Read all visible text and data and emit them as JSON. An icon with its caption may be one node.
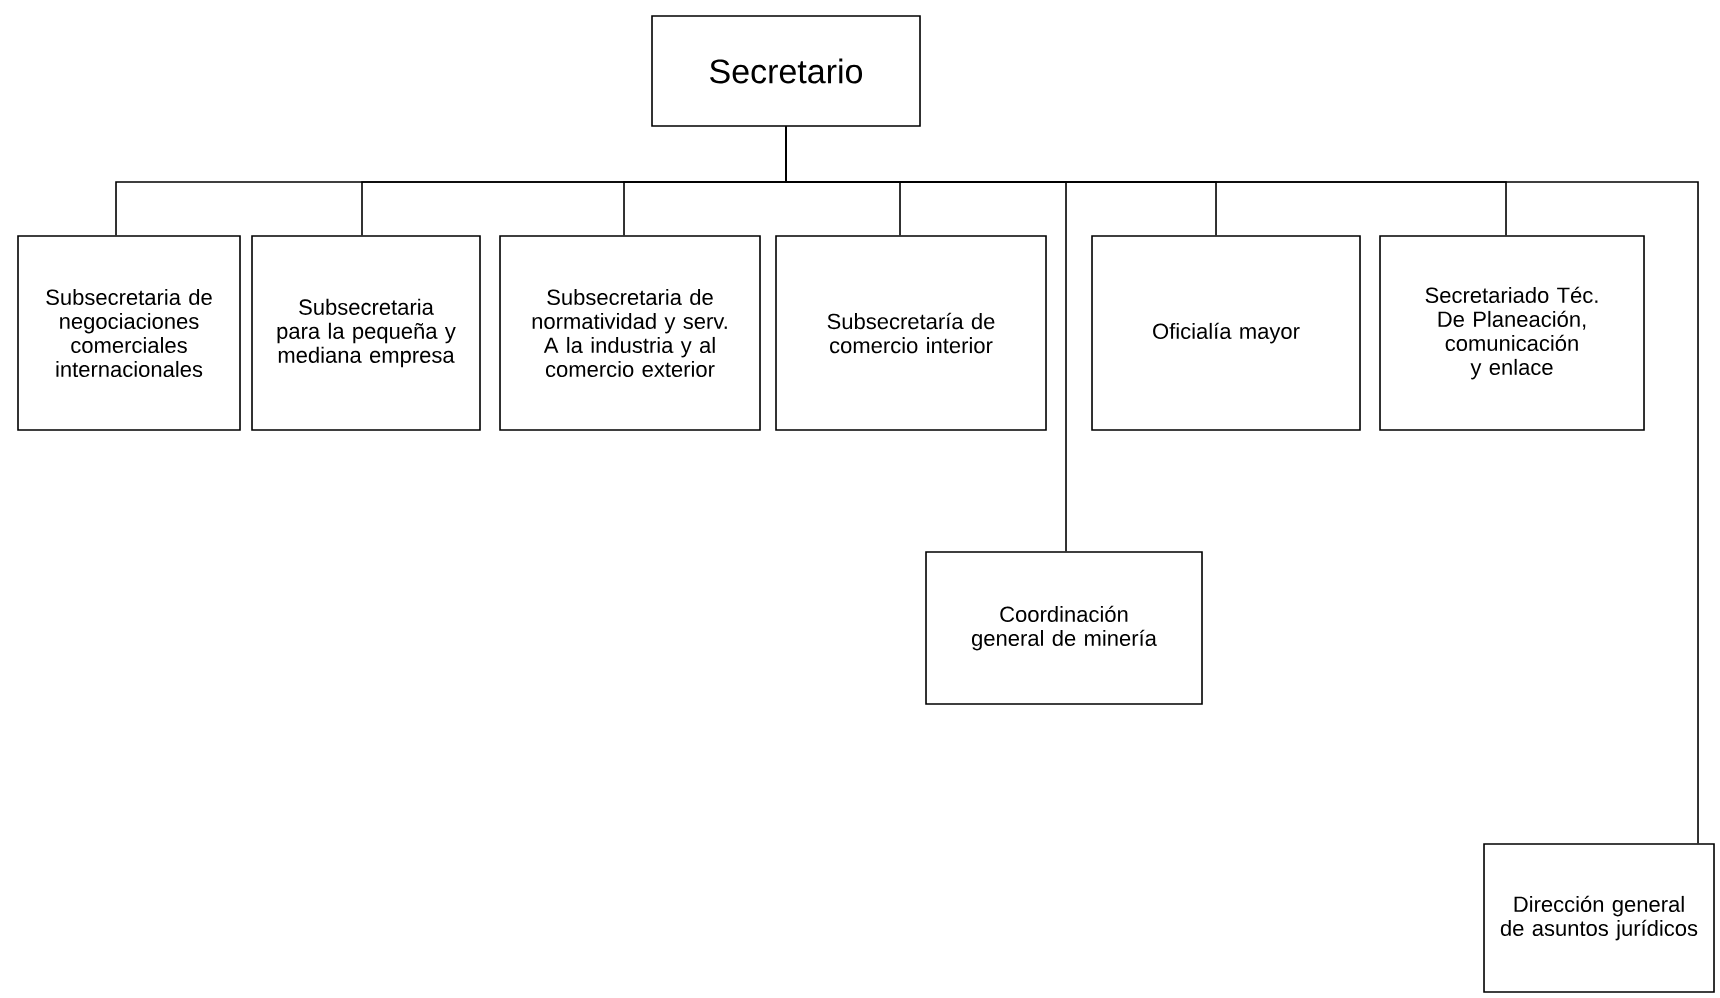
{
  "diagram": {
    "nodes": [
      {
        "text": [
          "Secretario"
        ]
      },
      {
        "text": [
          "Subsecretaria de negociaciones comerciales internacionales"
        ]
      },
      {
        "text": [
          "Subsecretaria para la pequeña y mediana empresa"
        ]
      },
      {
        "text": [
          "Subsecretaria de normatividad y serv. A la industria y al comercio exterior"
        ]
      },
      {
        "text": [
          "Subsecretaría de comercio interior"
        ]
      },
      {
        "text": [
          "Oficialía mayor"
        ]
      },
      {
        "text": [
          "Secretariado Téc. De Planeación, comunicación y enlace"
        ]
      },
      {
        "text": [
          "Coordinación general de minería"
        ]
      },
      {
        "text": [
          "Dirección general de asuntos jurídicos"
        ]
      }
    ],
    "edges": [
      {
        "from": 0,
        "to": 1,
        "arrow": "none"
      },
      {
        "from": 0,
        "to": 2,
        "arrow": "none"
      },
      {
        "from": 0,
        "to": 3,
        "arrow": "none"
      },
      {
        "from": 0,
        "to": 4,
        "arrow": "none"
      },
      {
        "from": 0,
        "to": 5,
        "arrow": "none"
      },
      {
        "from": 0,
        "to": 6,
        "arrow": "none"
      },
      {
        "from": 0,
        "to": 7,
        "arrow": "none"
      },
      {
        "from": 0,
        "to": 8,
        "arrow": "none"
      }
    ]
  }
}
